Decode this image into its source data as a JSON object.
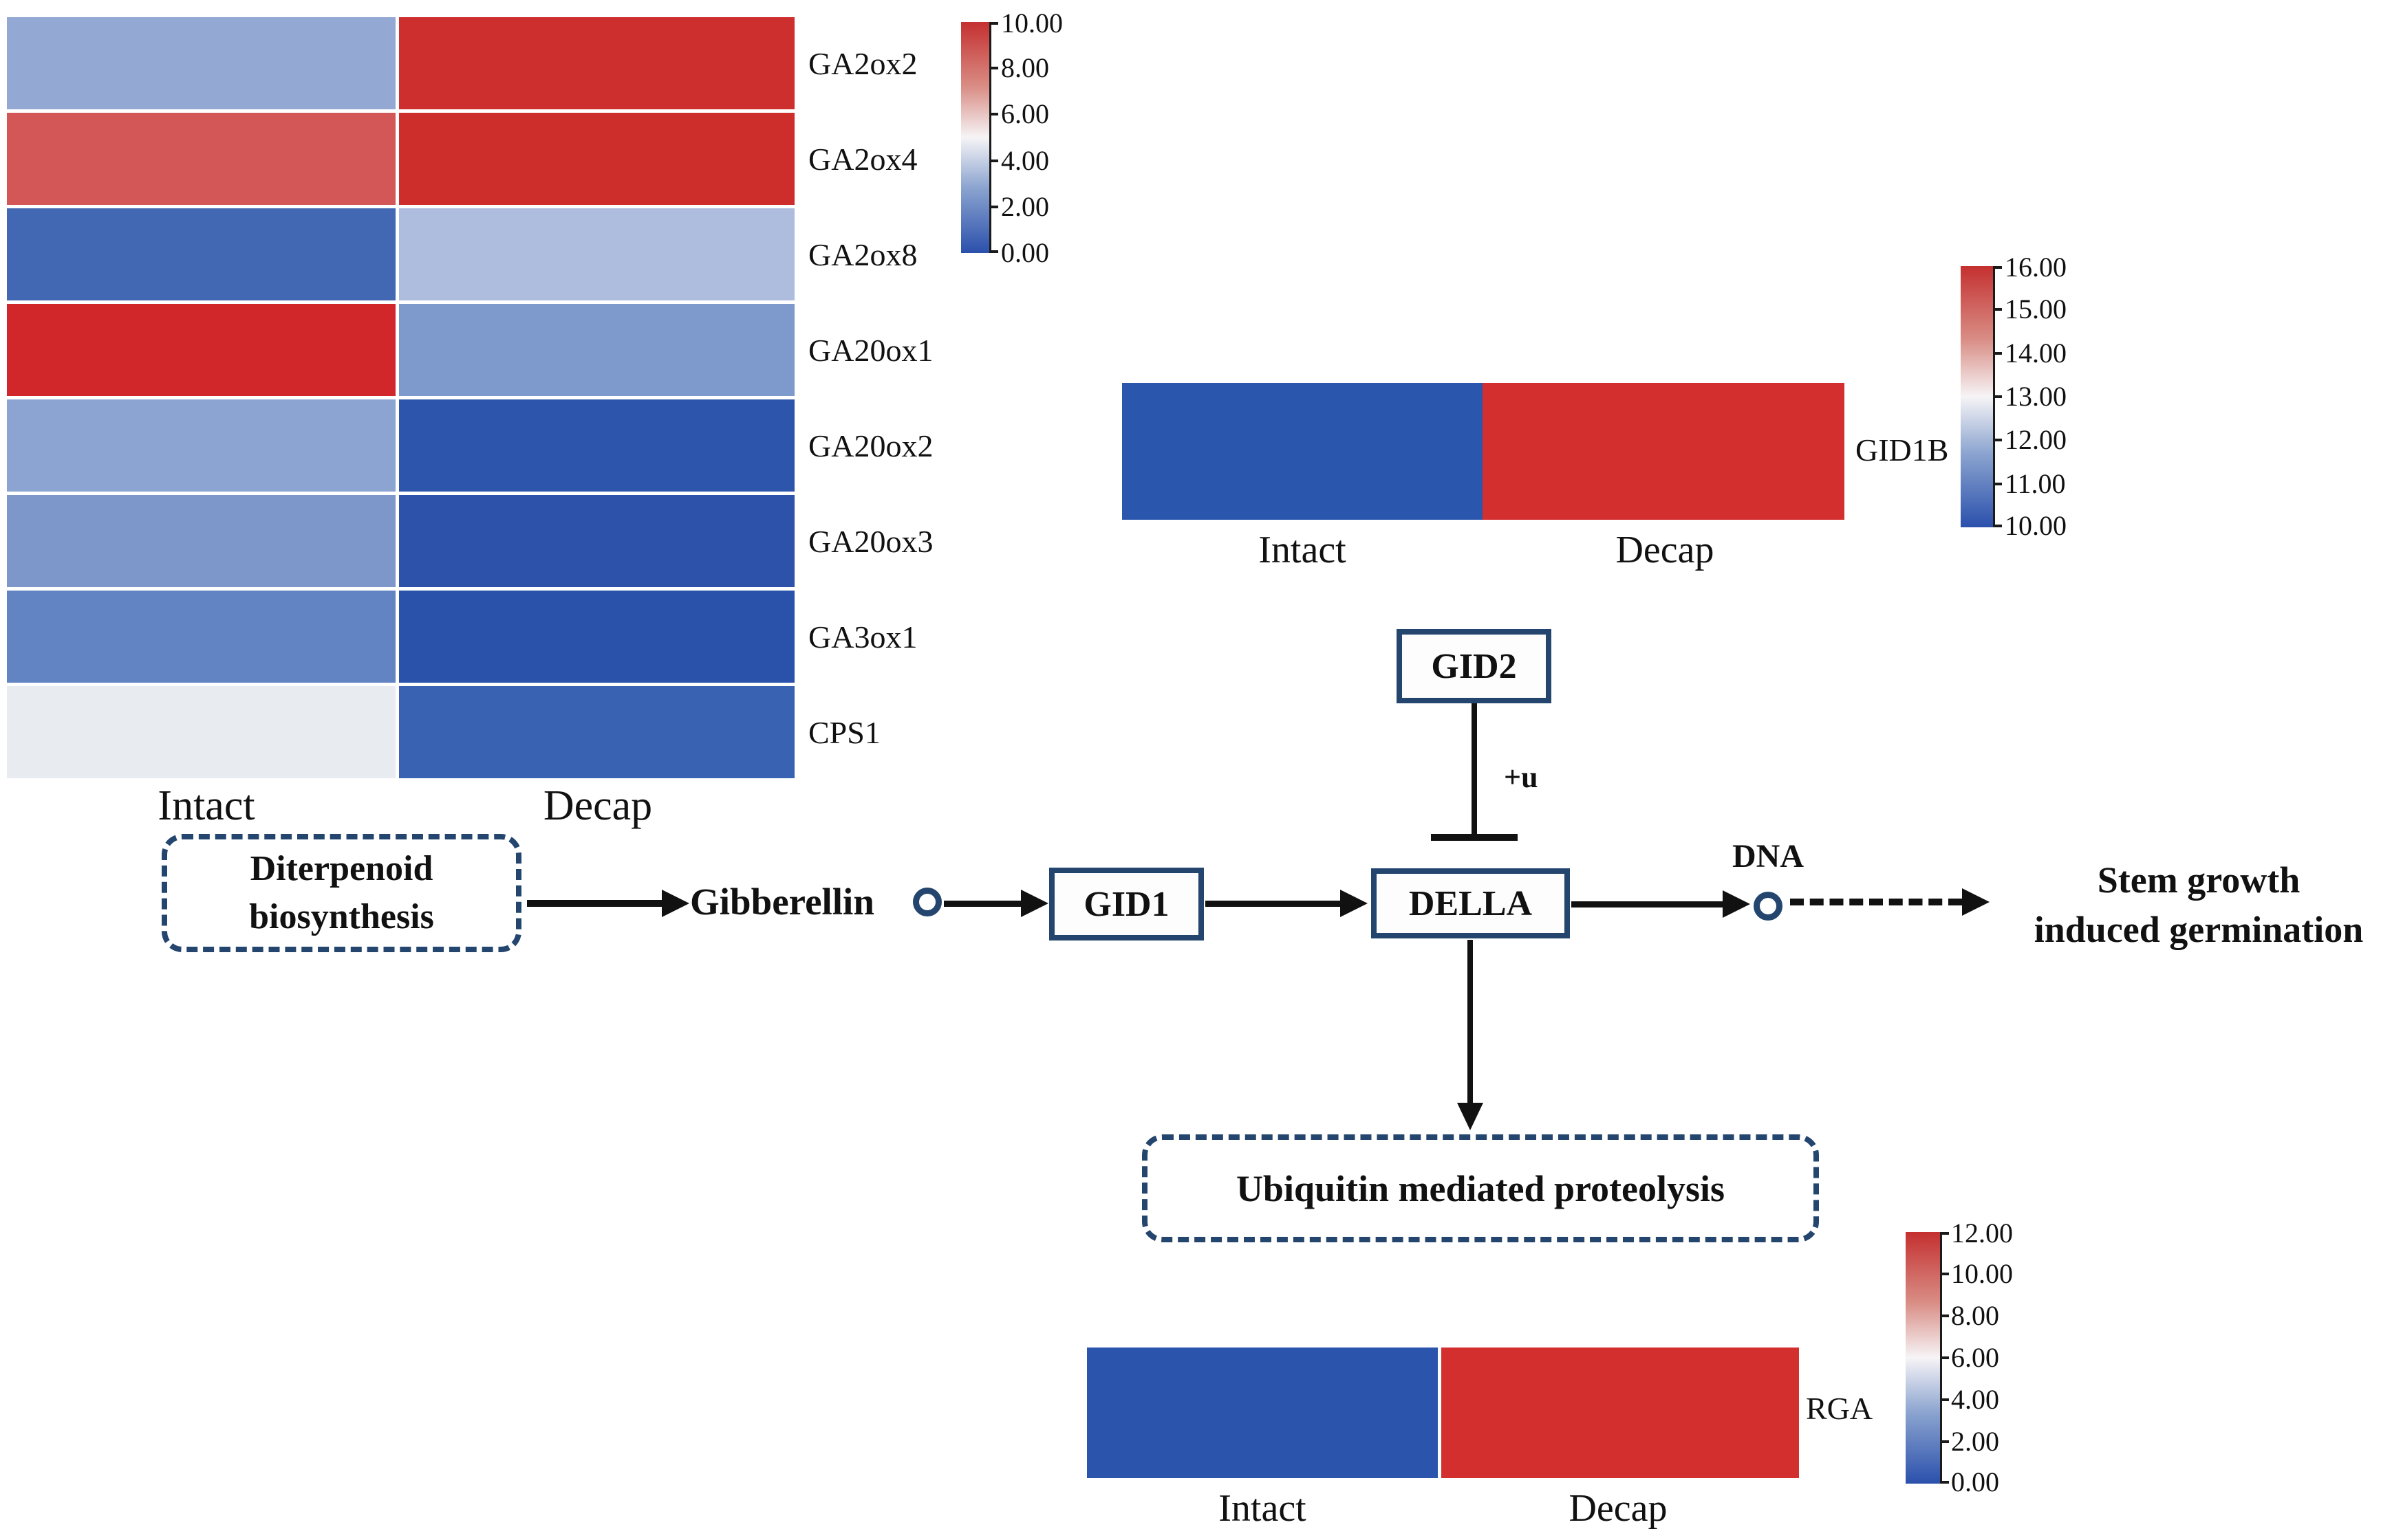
{
  "colors": {
    "navy": "#24466e",
    "arrow_black": "#111111",
    "colormap_low": "#2b50ac",
    "colormap_mid": "#f6f4f6",
    "colormap_high": "#c43030"
  },
  "chart_data": [
    {
      "id": "ga-gene-heatmap",
      "type": "heatmap",
      "categories": [
        "Intact",
        "Decap"
      ],
      "genes": [
        "GA2ox2",
        "GA2ox4",
        "GA2ox8",
        "GA20ox1",
        "GA20ox2",
        "GA20ox3",
        "GA3ox1",
        "CPS1"
      ],
      "values": [
        [
          3.0,
          9.8
        ],
        [
          7.6,
          9.8
        ],
        [
          1.7,
          3.8
        ],
        [
          9.7,
          3.1
        ],
        [
          3.3,
          0.9
        ],
        [
          3.0,
          0.8
        ],
        [
          2.4,
          0.8
        ],
        [
          4.9,
          1.4
        ]
      ],
      "cell_colors": [
        [
          "#93a9d3",
          "#cd2f2e"
        ],
        [
          "#d45757",
          "#cd2e2b"
        ],
        [
          "#4268b4",
          "#aebdde"
        ],
        [
          "#d1272a",
          "#7e99cc"
        ],
        [
          "#8ba4d2",
          "#2d55ab"
        ],
        [
          "#7e97cb",
          "#2c52aa"
        ],
        [
          "#6384c2",
          "#2b52ab"
        ],
        [
          "#e8ebf0",
          "#3a62b3"
        ]
      ],
      "colorbar": {
        "min": 0,
        "max": 10,
        "ticks": [
          "10.00",
          "8.00",
          "6.00",
          "4.00",
          "2.00",
          "0.00"
        ]
      }
    },
    {
      "id": "gid1b-heatmap",
      "type": "heatmap",
      "gene_label": "GID1B",
      "categories": [
        "Intact",
        "Decap"
      ],
      "values": [
        [
          10.6,
          15.8
        ]
      ],
      "cell_colors": [
        [
          "#2b56ae",
          "#d32f2e"
        ]
      ],
      "colorbar": {
        "min": 10,
        "max": 16,
        "ticks": [
          "16.00",
          "15.00",
          "14.00",
          "13.00",
          "12.00",
          "11.00",
          "10.00"
        ]
      }
    },
    {
      "id": "rga-heatmap",
      "type": "heatmap",
      "gene_label": "RGA",
      "categories": [
        "Intact",
        "Decap"
      ],
      "values": [
        [
          1.0,
          11.5
        ]
      ],
      "cell_colors": [
        [
          "#2b55ad",
          "#d32f2e"
        ]
      ],
      "colorbar": {
        "min": 0,
        "max": 12,
        "ticks": [
          "12.00",
          "10.00",
          "8.00",
          "6.00",
          "4.00",
          "2.00",
          "0.00"
        ]
      }
    }
  ],
  "pathway": {
    "diterpenoid_line1": "Diterpenoid",
    "diterpenoid_line2": "biosynthesis",
    "gibberellin": "Gibberellin",
    "gid1": "GID1",
    "gid2": "GID2",
    "della": "DELLA",
    "plus_u": "+u",
    "dna": "DNA",
    "stem_line1": "Stem growth",
    "stem_line2": "induced germination",
    "ubiquitin": "Ubiquitin mediated proteolysis"
  }
}
